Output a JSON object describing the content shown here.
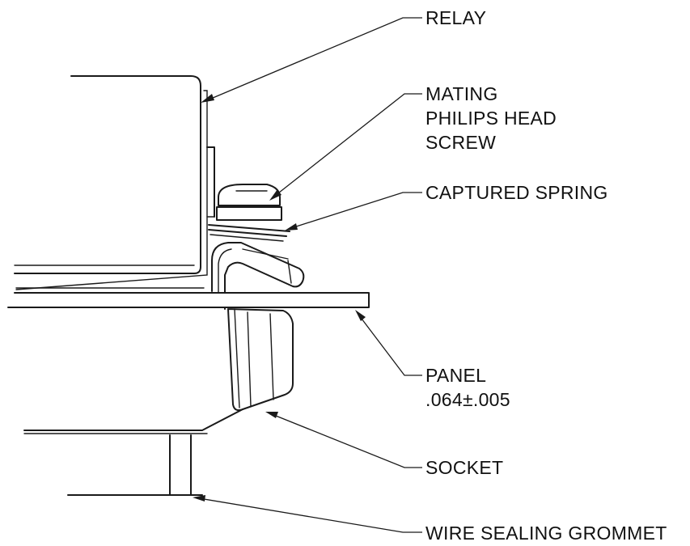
{
  "labels": {
    "relay": "RELAY",
    "mating_line1": "MATING",
    "mating_line2": "PHILIPS HEAD",
    "mating_line3": "SCREW",
    "spring": "CAPTURED SPRING",
    "panel_line1": "PANEL",
    "panel_line2": ".064±.005",
    "socket": "SOCKET",
    "grommet": "WIRE SEALING GROMMET"
  },
  "colors": {
    "line": "#1a1a1a",
    "background": "#ffffff"
  }
}
